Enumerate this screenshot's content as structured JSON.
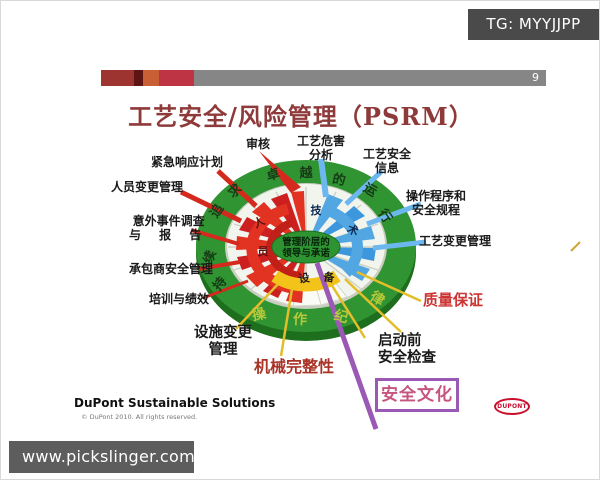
{
  "overlay": {
    "tg_badge": "TG: MYYJJPP",
    "url": "www.pickslinger.com"
  },
  "slide": {
    "page_number": "9",
    "title": "工艺安全/风险管理（PSRM）",
    "wheel": {
      "center_line1": "管理阶层的",
      "center_line2": "领导与承诺",
      "ring_top": [
        "持",
        "续",
        "追",
        "求",
        "卓",
        "越",
        "的",
        "运",
        "行"
      ],
      "ring_bottom": [
        "操",
        "作",
        "纪",
        "律"
      ],
      "sector_red": [
        "人",
        "员"
      ],
      "sector_blue": [
        "技",
        "术"
      ],
      "sector_yellow": [
        "设",
        "备"
      ]
    },
    "labels": {
      "audit": "审核",
      "process_hazard_1": "工艺危害",
      "process_hazard_2": "分析",
      "emergency": "紧急响应计划",
      "safety_info_1": "工艺安全",
      "safety_info_2": "信息",
      "personnel_change": "人员变更管理",
      "operating_proc_1": "操作程序和",
      "operating_proc_2": "安全规程",
      "incident_1": "意外事件调查",
      "incident_2": "与 报 告",
      "process_change": "工艺变更管理",
      "contractor": "承包商安全管理",
      "quality": "质量保证",
      "training": "培训与绩效",
      "facility_change_1": "设施变更",
      "facility_change_2": "管理",
      "mechanical": "机械完整性",
      "prestartup_1": "启动前",
      "prestartup_2": "安全检查",
      "culture": "安全文化"
    },
    "footer": {
      "brand": "DuPont Sustainable Solutions",
      "copyright": "© DuPont 2010. All rights reserved.",
      "logo": "DUPONT"
    },
    "colors": {
      "title": "#8e3a3a",
      "ring_green": "#2f9431",
      "sector_red": "#e23222",
      "sector_blue": "#52a7e3",
      "sector_yellow": "#f3c319",
      "connector_purple": "#9b59b6",
      "quality_red": "#cc3333",
      "mechanical_red": "#a93226",
      "culture_pink": "#c5547e",
      "badge_gray": "#4a4a4a"
    }
  }
}
